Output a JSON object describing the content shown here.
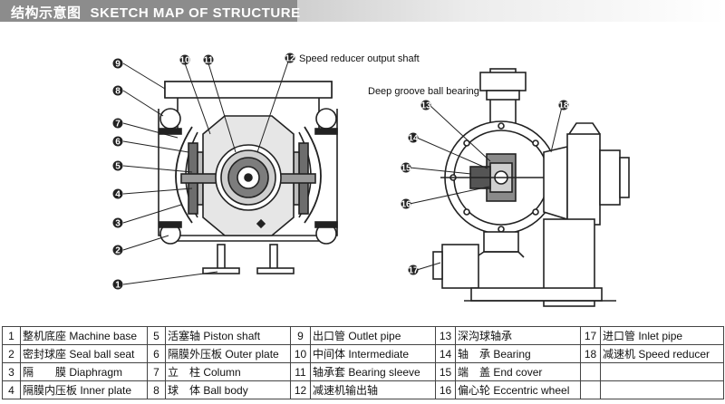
{
  "header": {
    "title_cn": "结构示意图",
    "title_en": "SKETCH MAP OF STRUCTURE"
  },
  "diagram": {
    "callouts": {
      "c1": "1",
      "c2": "2",
      "c3": "3",
      "c4": "4",
      "c5": "5",
      "c6": "6",
      "c7": "7",
      "c8": "8",
      "c9": "9",
      "c10": "10",
      "c11": "11",
      "c12": "12",
      "c13": "13",
      "c14": "14",
      "c15": "15",
      "c16": "16",
      "c17": "17",
      "c18": "18"
    },
    "label_speed_reducer_shaft": "Speed reducer output shaft",
    "label_deep_groove": "Deep groove ball bearing"
  },
  "legend": {
    "rows": [
      [
        {
          "num": "1",
          "text": "整机底座 Machine base"
        },
        {
          "num": "5",
          "text": "活塞轴 Piston shaft"
        },
        {
          "num": "9",
          "text": "出口管 Outlet pipe"
        },
        {
          "num": "13",
          "text": "深沟球轴承"
        },
        {
          "num": "17",
          "text": "进口管 Inlet pipe"
        }
      ],
      [
        {
          "num": "2",
          "text": "密封球座 Seal ball seat"
        },
        {
          "num": "6",
          "text": "隔膜外压板 Outer plate"
        },
        {
          "num": "10",
          "text": "中间体 Intermediate"
        },
        {
          "num": "14",
          "text": "轴　承 Bearing"
        },
        {
          "num": "18",
          "text": "减速机 Speed reducer"
        }
      ],
      [
        {
          "num": "3",
          "text": "隔　　膜 Diaphragm"
        },
        {
          "num": "7",
          "text": "立　柱 Column"
        },
        {
          "num": "11",
          "text": "轴承套 Bearing sleeve"
        },
        {
          "num": "15",
          "text": "端　盖 End cover"
        },
        {
          "num": "",
          "text": ""
        }
      ],
      [
        {
          "num": "4",
          "text": "隔膜内压板 Inner plate"
        },
        {
          "num": "8",
          "text": "球　体 Ball body"
        },
        {
          "num": "12",
          "text": "减速机输出轴"
        },
        {
          "num": "16",
          "text": "偏心轮 Eccentric wheel"
        },
        {
          "num": "",
          "text": ""
        }
      ]
    ]
  }
}
